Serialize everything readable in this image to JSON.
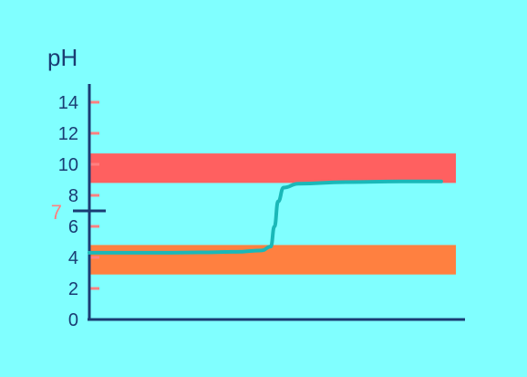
{
  "chart_data": {
    "type": "line",
    "title": "",
    "xlabel": "",
    "ylabel": "pH",
    "ylim": [
      0,
      14
    ],
    "yticks": [
      0,
      2,
      4,
      6,
      8,
      10,
      12,
      14
    ],
    "grid": false,
    "marker": {
      "label": "7",
      "value": 7,
      "color": "#ff8080"
    },
    "bands": [
      {
        "from": 8.8,
        "to": 10.7,
        "color": "#ff6060"
      },
      {
        "from": 2.9,
        "to": 4.8,
        "color": "#ff8040"
      }
    ],
    "series": [
      {
        "color": "#1ab8b8",
        "points": [
          [
            0,
            4.3
          ],
          [
            0.1,
            4.3
          ],
          [
            0.2,
            4.3
          ],
          [
            0.3,
            4.32
          ],
          [
            0.4,
            4.36
          ],
          [
            0.47,
            4.45
          ],
          [
            0.495,
            4.7
          ],
          [
            0.505,
            6.0
          ],
          [
            0.515,
            7.6
          ],
          [
            0.53,
            8.5
          ],
          [
            0.57,
            8.75
          ],
          [
            0.7,
            8.85
          ],
          [
            0.85,
            8.9
          ],
          [
            0.96,
            8.9
          ]
        ]
      }
    ]
  }
}
